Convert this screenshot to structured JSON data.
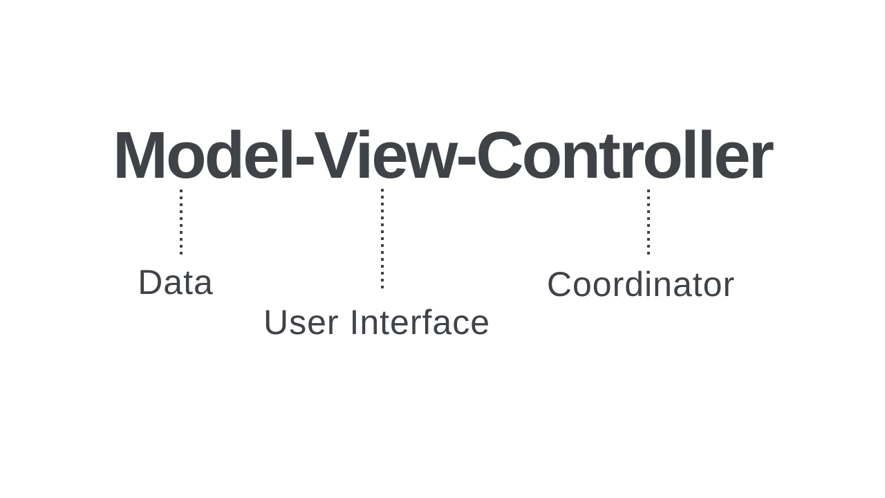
{
  "title": "Model-View-Controller",
  "colors": {
    "ink": "#3f4347",
    "background": "#ffffff"
  },
  "annotations": [
    {
      "label": "Data"
    },
    {
      "label": "User Interface"
    },
    {
      "label": "Coordinator"
    }
  ]
}
